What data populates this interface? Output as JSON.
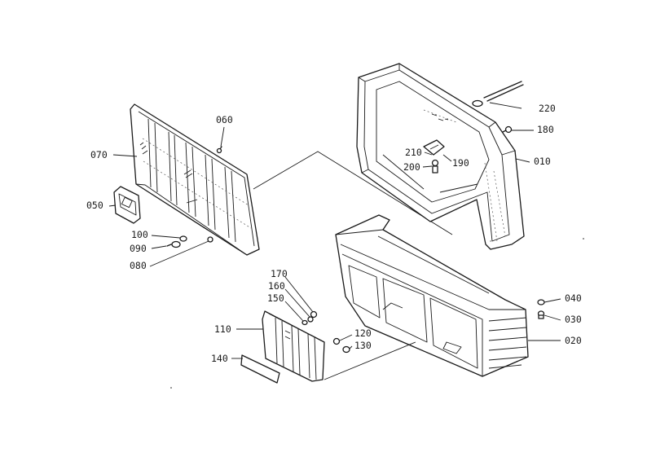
{
  "parts": {
    "p010": "010",
    "p020": "020",
    "p030": "030",
    "p040": "040",
    "p050": "050",
    "p060": "060",
    "p070": "070",
    "p080": "080",
    "p090": "090",
    "p100": "100",
    "p110": "110",
    "p120": "120",
    "p130": "130",
    "p140": "140",
    "p150": "150",
    "p160": "160",
    "p170": "170",
    "p180": "180",
    "p190": "190",
    "p200": "200",
    "p210": "210",
    "p220": "220"
  }
}
